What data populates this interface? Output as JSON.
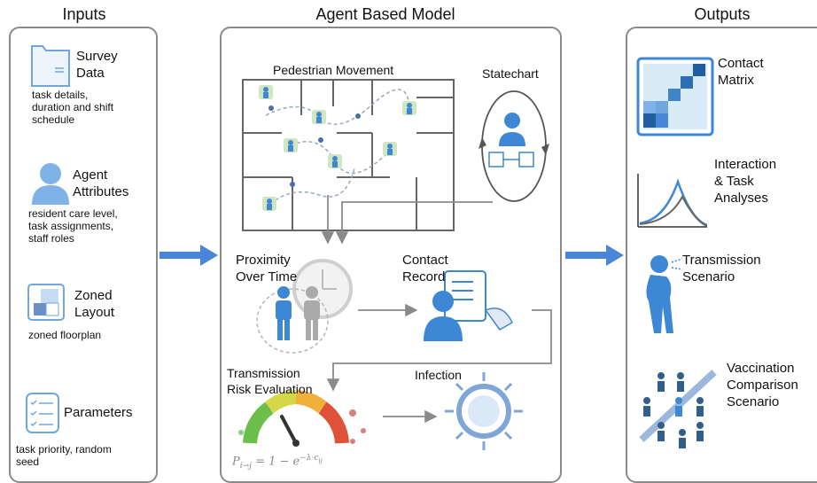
{
  "headers": {
    "inputs": "Inputs",
    "model": "Agent Based Model",
    "outputs": "Outputs"
  },
  "inputs": {
    "survey": {
      "title_line1": "Survey",
      "title_line2": "Data",
      "desc_line1": "task details,",
      "desc_line2": "duration and shift",
      "desc_line3": "schedule"
    },
    "agent": {
      "title_line1": "Agent",
      "title_line2": "Attributes",
      "desc_line1": "resident care level,",
      "desc_line2": "task assignments,",
      "desc_line3": "staff roles"
    },
    "layout": {
      "title_line1": "Zoned",
      "title_line2": "Layout",
      "desc_line1": "zoned floorplan"
    },
    "params": {
      "title": "Parameters",
      "desc_line1": "task priority, random",
      "desc_line2": "seed"
    }
  },
  "model": {
    "pedestrian": "Pedestrian Movement",
    "statechart": "Statechart",
    "proximity_line1": "Proximity",
    "proximity_line2": "Over Time",
    "contact_line1": "Contact",
    "contact_line2": "Record",
    "risk_line1": "Transmission",
    "risk_line2": "Risk Evaluation",
    "infection": "Infection",
    "formula": "P_{i→j} = 1 − e^{−λ·c_{ij}}",
    "formula_lhs": "P",
    "formula_sub": "i→j",
    "formula_mid": " = 1 − e",
    "formula_sup": "−λ·c",
    "formula_supsub": "ij"
  },
  "outputs": {
    "contact_line1": "Contact",
    "contact_line2": "Matrix",
    "interaction_line1": "Interaction",
    "interaction_line2": "& Task",
    "interaction_line3": "Analyses",
    "transmission_line1": "Transmission",
    "transmission_line2": "Scenario",
    "vaccination_line1": "Vaccination",
    "vaccination_line2": "Comparison",
    "vaccination_line3": "Scenario"
  },
  "colors": {
    "agent_blue": "#3d87d4",
    "light_blue": "#a9cdef",
    "arrow_blue": "#4a86d8",
    "panel_border": "#8a8a8a",
    "gray": "#9a9a9a"
  }
}
